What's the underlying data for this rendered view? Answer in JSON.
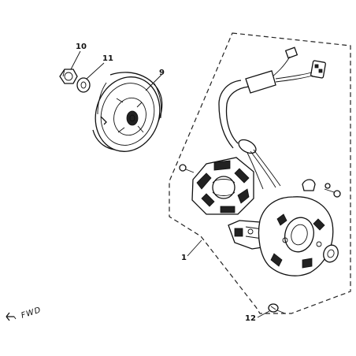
{
  "callouts": {
    "flywheel_nut": "10",
    "washer": "11",
    "flywheel_rotor": "9",
    "stator_assembly": "1",
    "screw": "12"
  },
  "fwd_label": "FWD"
}
